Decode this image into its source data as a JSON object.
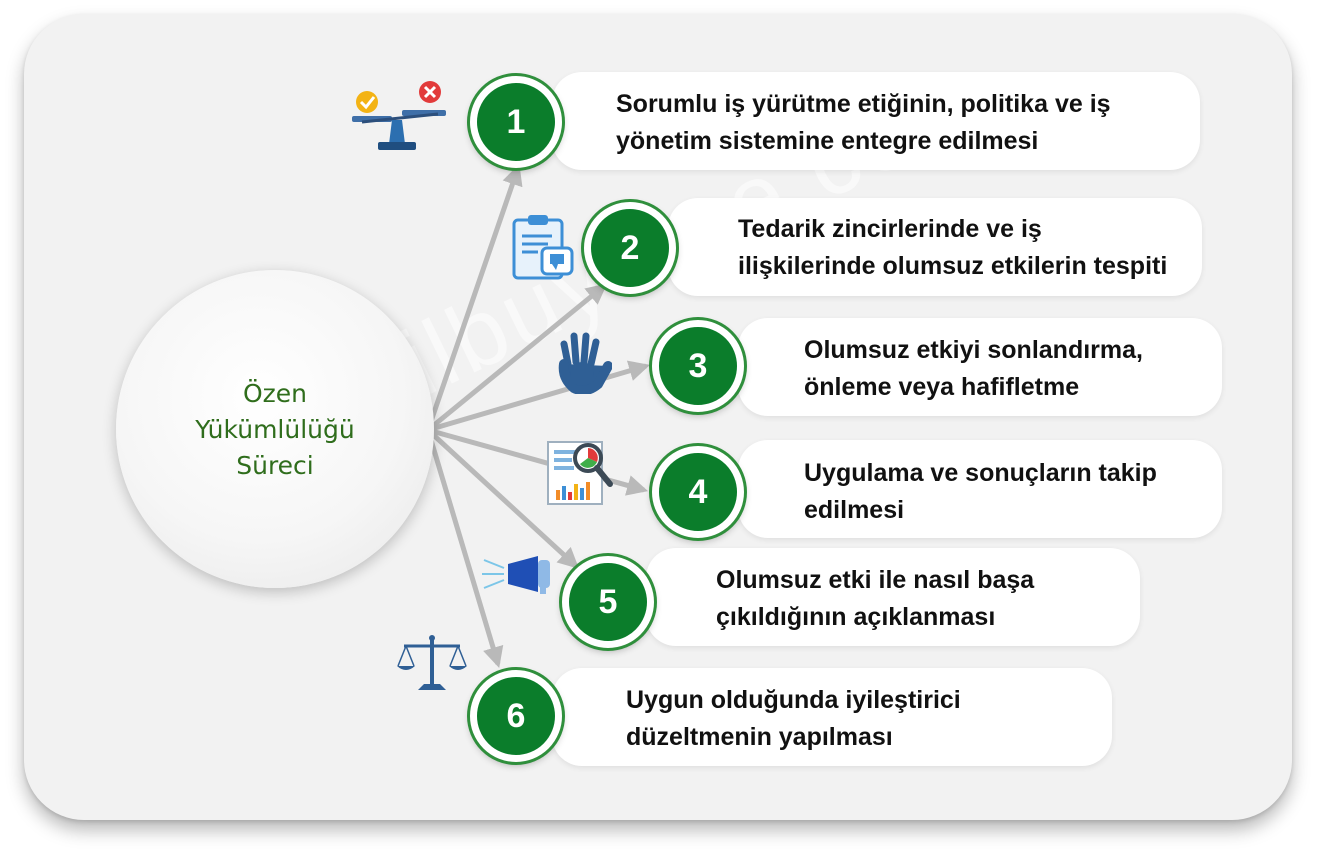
{
  "hub": {
    "lines": [
      "Özen",
      "Yükümlülüğü",
      "Süreci"
    ]
  },
  "watermark": "yesilbuyume.com",
  "steps": [
    {
      "number": "1",
      "lines": [
        "Sorumlu iş yürütme etiğinin, politika ve iş",
        "yönetim sistemine entegre edilmesi"
      ],
      "icon": "balance-scale-check-cross-icon"
    },
    {
      "number": "2",
      "lines": [
        "Tedarik zincirlerinde ve iş",
        "ilişkilerinde olumsuz etkilerin tespiti"
      ],
      "icon": "clipboard-thumbs-down-icon"
    },
    {
      "number": "3",
      "lines": [
        "Olumsuz etkiyi sonlandırma,",
        "önleme veya hafifletme"
      ],
      "icon": "stop-hand-icon"
    },
    {
      "number": "4",
      "lines": [
        "Uygulama ve sonuçların takip",
        "edilmesi"
      ],
      "icon": "report-magnifier-icon"
    },
    {
      "number": "5",
      "lines": [
        "Olumsuz etki ile nasıl başa",
        "çıkıldığının açıklanması"
      ],
      "icon": "megaphone-icon"
    },
    {
      "number": "6",
      "lines": [
        "Uygun olduğunda iyileştirici",
        "düzeltmenin yapılması"
      ],
      "icon": "justice-scale-icon"
    }
  ],
  "colors": {
    "accent": "#0b7d2b",
    "hub_text": "#2f6d1c",
    "arrow": "#b9b9b9",
    "card": "#f2f2f2"
  }
}
